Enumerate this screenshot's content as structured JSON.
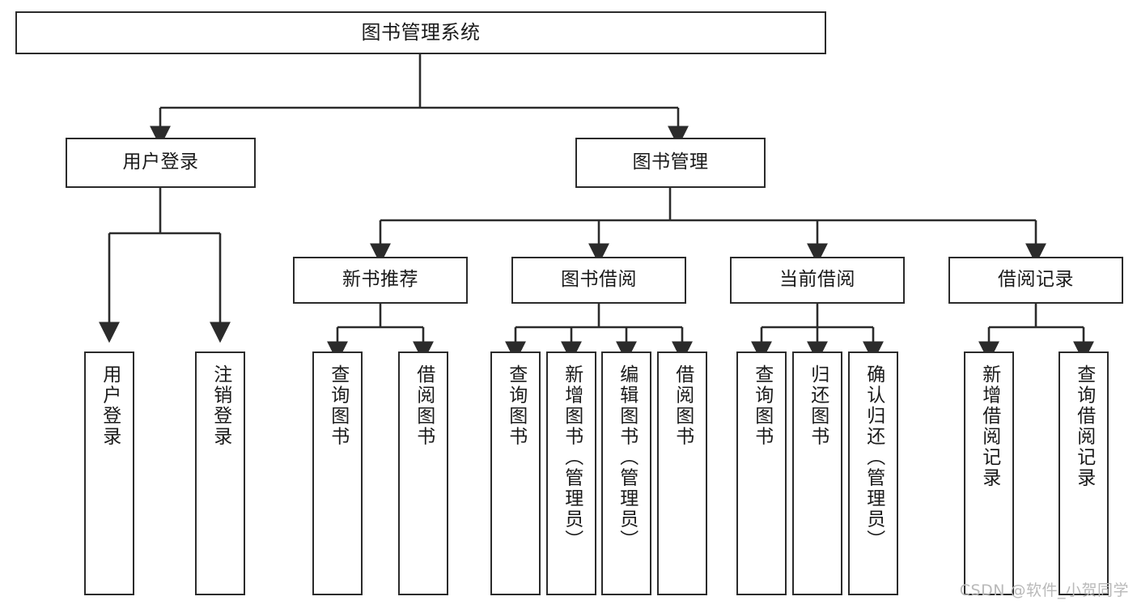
{
  "diagram": {
    "title": "图书管理系统",
    "type": "功能结构图",
    "stroke_color": "#2b2b2b",
    "background_color": "#ffffff",
    "text_color": "#1a1a1a",
    "watermark": "CSDN @软件_小贺同学",
    "levels": {
      "root": {
        "label": "图书管理系统"
      },
      "modules": [
        {
          "label": "用户登录"
        },
        {
          "label": "图书管理"
        }
      ],
      "submodules": [
        {
          "label": "新书推荐"
        },
        {
          "label": "图书借阅"
        },
        {
          "label": "当前借阅"
        },
        {
          "label": "借阅记录"
        }
      ],
      "leaves": [
        {
          "label": "用户登录",
          "parent": "用户登录"
        },
        {
          "label": "注销登录",
          "parent": "用户登录"
        },
        {
          "label": "查询图书",
          "parent": "新书推荐"
        },
        {
          "label": "借阅图书",
          "parent": "新书推荐"
        },
        {
          "label": "查询图书",
          "parent": "图书借阅"
        },
        {
          "label": "新增图书（管理员）",
          "parent": "图书借阅"
        },
        {
          "label": "编辑图书（管理员）",
          "parent": "图书借阅"
        },
        {
          "label": "借阅图书",
          "parent": "图书借阅"
        },
        {
          "label": "查询图书",
          "parent": "当前借阅"
        },
        {
          "label": "归还图书",
          "parent": "当前借阅"
        },
        {
          "label": "确认归还（管理员）",
          "parent": "当前借阅"
        },
        {
          "label": "新增借阅记录",
          "parent": "借阅记录"
        },
        {
          "label": "查询借阅记录",
          "parent": "借阅记录"
        }
      ]
    }
  }
}
